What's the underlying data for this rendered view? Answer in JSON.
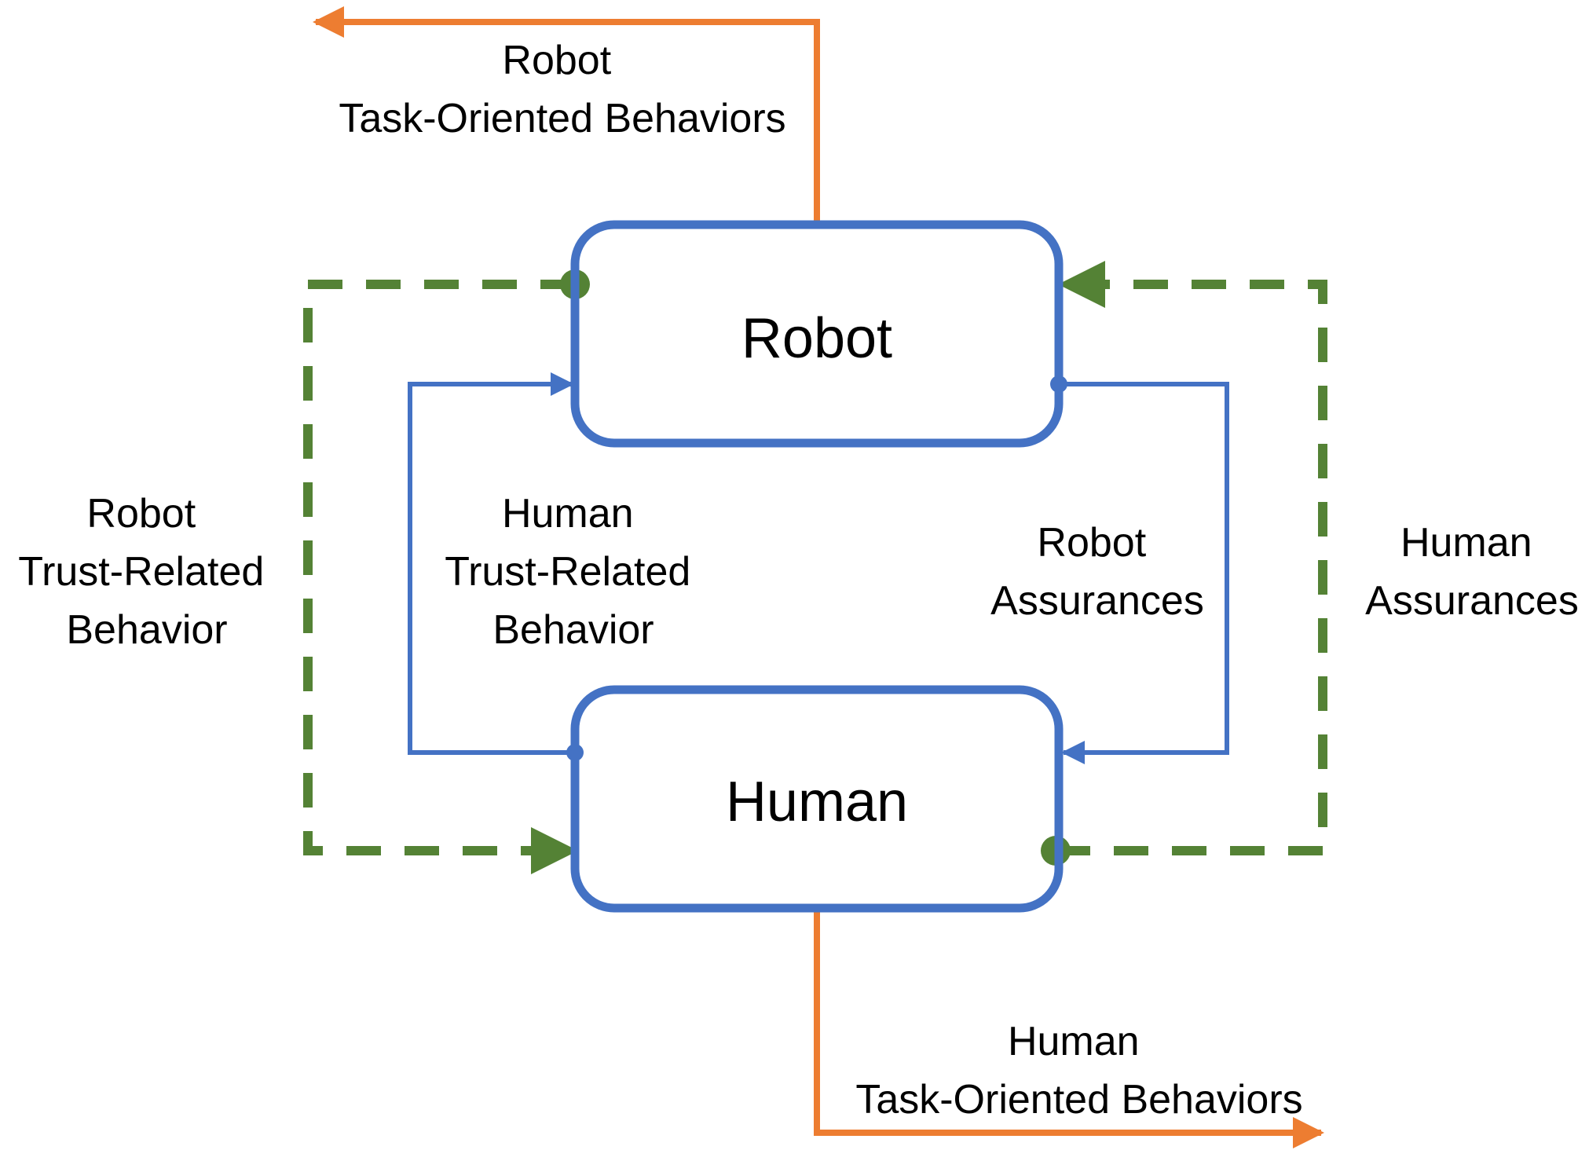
{
  "nodes": {
    "robot": "Robot",
    "human": "Human"
  },
  "labels": {
    "robot_task_oriented": [
      "Robot",
      "Task-Oriented Behaviors"
    ],
    "human_task_oriented": [
      "Human",
      "Task-Oriented Behaviors"
    ],
    "robot_trust_related": [
      "Robot",
      "Trust-Related",
      "Behavior"
    ],
    "human_trust_related": [
      "Human",
      "Trust-Related",
      "Behavior"
    ],
    "robot_assurances": [
      "Robot",
      "Assurances"
    ],
    "human_assurances": [
      "Human",
      "Assurances"
    ]
  },
  "colors": {
    "box_and_loop": "#4472C4",
    "task_oriented": "#ED7D31",
    "trust_loop": "#548235",
    "text": "#000000"
  }
}
